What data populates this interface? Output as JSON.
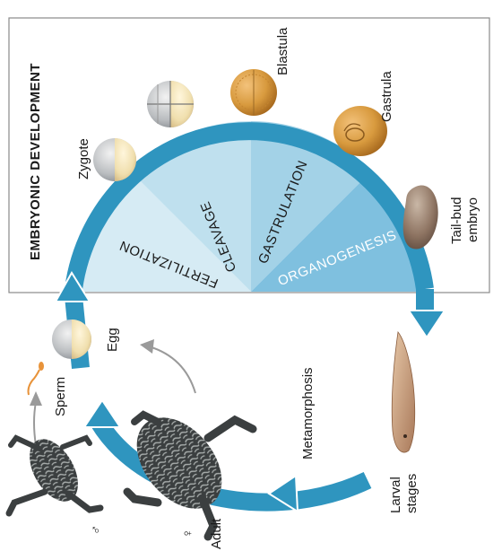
{
  "title": "EMBRYONIC DEVELOPMENT",
  "stages": {
    "fertilization": "FERTILIZATION",
    "cleavage": "CLEAVAGE",
    "gastrulation": "GASTRULATION",
    "organogenesis": "ORGANOGENESIS"
  },
  "labels": {
    "zygote": "Zygote",
    "blastula": "Blastula",
    "gastrula": "Gastrula",
    "tailbud_line1": "Tail-bud",
    "tailbud_line2": "embryo",
    "egg": "Egg",
    "sperm": "Sperm",
    "metamorphosis": "Metamorphosis",
    "larval_line1": "Larval",
    "larval_line2": "stages",
    "adult": "Adult",
    "male_symbol": "♂",
    "female_symbol": "♀"
  },
  "colors": {
    "cycle_arrow": "#2f95bf",
    "wedge_fertilization": "#d6ebf4",
    "wedge_cleavage": "#bfe0ee",
    "wedge_gastrulation": "#a3d2e7",
    "wedge_organogenesis": "#7fc0df",
    "frame": "#8a8a8a",
    "sperm": "#e8933a"
  }
}
